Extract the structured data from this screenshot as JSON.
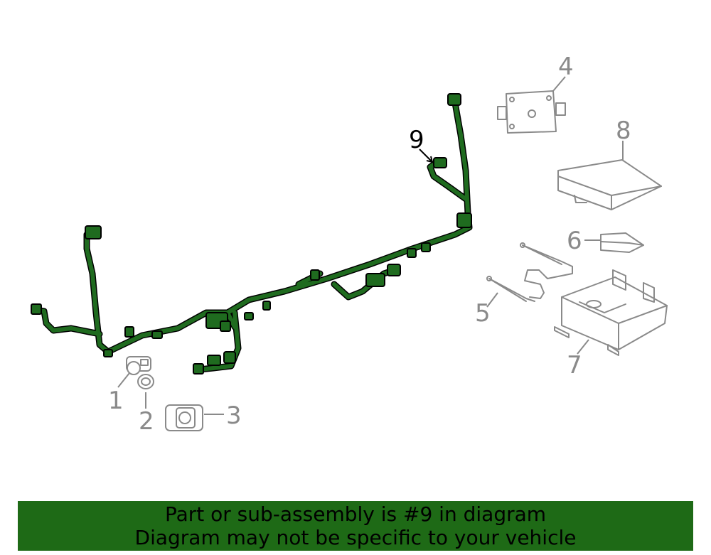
{
  "callouts": {
    "c1": "1",
    "c2": "2",
    "c3": "3",
    "c4": "4",
    "c5": "5",
    "c6": "6",
    "c7": "7",
    "c8": "8",
    "c9": "9"
  },
  "banner": {
    "line1": "Part or sub-assembly is #9 in diagram",
    "line2": "Diagram may not be specific to your vehicle"
  },
  "colors": {
    "harness": "#1f6b1f",
    "banner": "#1e6a16",
    "parts": "#8a8a8a"
  }
}
